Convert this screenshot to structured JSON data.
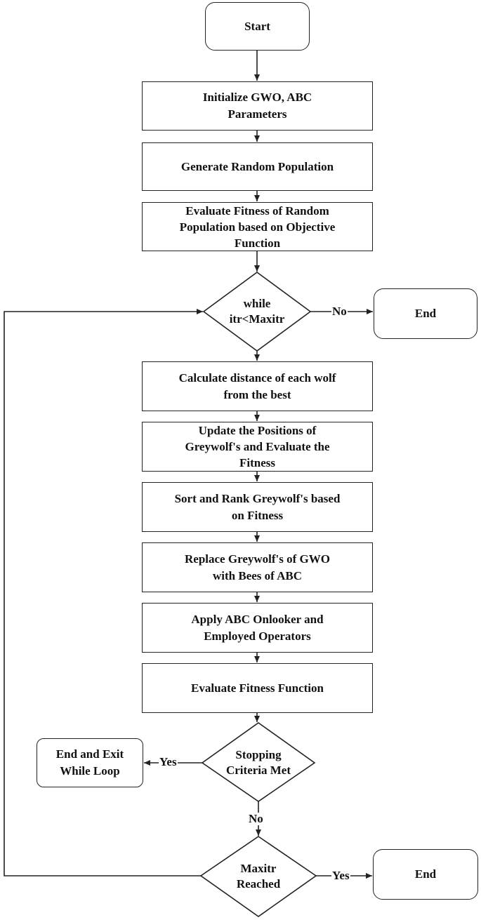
{
  "nodes": {
    "start": "Start",
    "init": [
      "Initialize GWO, ABC",
      "Parameters"
    ],
    "generate": "Generate Random Population",
    "evaluate_initial": [
      "Evaluate Fitness of Random",
      "Population based on Objective",
      "Function"
    ],
    "while_loop": [
      "while",
      "itr<Maxitr"
    ],
    "end_top": "End",
    "calc_distance": [
      "Calculate distance of each wolf",
      "from the  best"
    ],
    "update_positions": [
      "Update the Positions of",
      "Greywolf's and Evaluate the",
      "Fitness"
    ],
    "sort_rank": [
      "Sort and Rank Greywolf's based",
      "on Fitness"
    ],
    "replace": [
      "Replace Greywolf's of GWO",
      "with Bees of ABC"
    ],
    "apply_abc": [
      "Apply ABC Onlooker and",
      "Employed Operators"
    ],
    "evaluate_fitness": "Evaluate Fitness Function",
    "stopping": [
      "Stopping",
      "Criteria Met"
    ],
    "end_exit": [
      "End and Exit",
      "While Loop"
    ],
    "maxitr": [
      "Maxitr",
      "Reached"
    ],
    "end_bottom": "End"
  },
  "edge_labels": {
    "while_no": "No",
    "stopping_yes": "Yes",
    "stopping_no": "No",
    "maxitr_yes": "Yes"
  }
}
